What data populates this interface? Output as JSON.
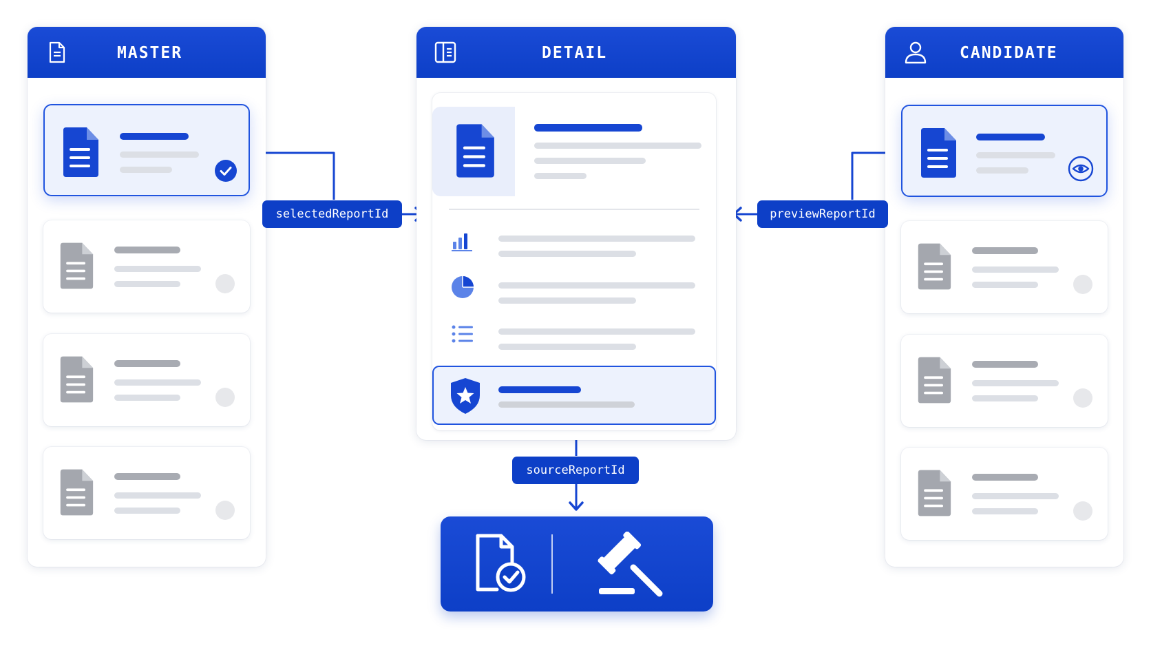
{
  "panels": {
    "master": {
      "title": "MASTER",
      "icon": "document-icon"
    },
    "detail": {
      "title": "DETAIL",
      "icon": "split-view-icon"
    },
    "candidate": {
      "title": "CANDIDATE",
      "icon": "user-icon"
    }
  },
  "connectors": {
    "selected": "selectedReportId",
    "preview": "previewReportId",
    "source": "sourceReportId"
  },
  "master": {
    "items": [
      {
        "state": "selected",
        "status_icon": "check-circle-icon"
      },
      {
        "state": "default"
      },
      {
        "state": "default"
      },
      {
        "state": "default"
      }
    ]
  },
  "candidate": {
    "items": [
      {
        "state": "previewed",
        "status_icon": "eye-icon"
      },
      {
        "state": "default"
      },
      {
        "state": "default"
      },
      {
        "state": "default"
      }
    ]
  },
  "detail": {
    "sections": [
      "bar-chart-icon",
      "pie-chart-icon",
      "list-icon"
    ],
    "highlight_icon": "shield-star-icon"
  },
  "action": {
    "icons": [
      "document-check-icon",
      "gavel-icon"
    ]
  },
  "colors": {
    "primary": "#0d3fc7",
    "accent": "#2054df",
    "muted": "#a8abb2",
    "highlight_bg": "#edf2fd"
  }
}
